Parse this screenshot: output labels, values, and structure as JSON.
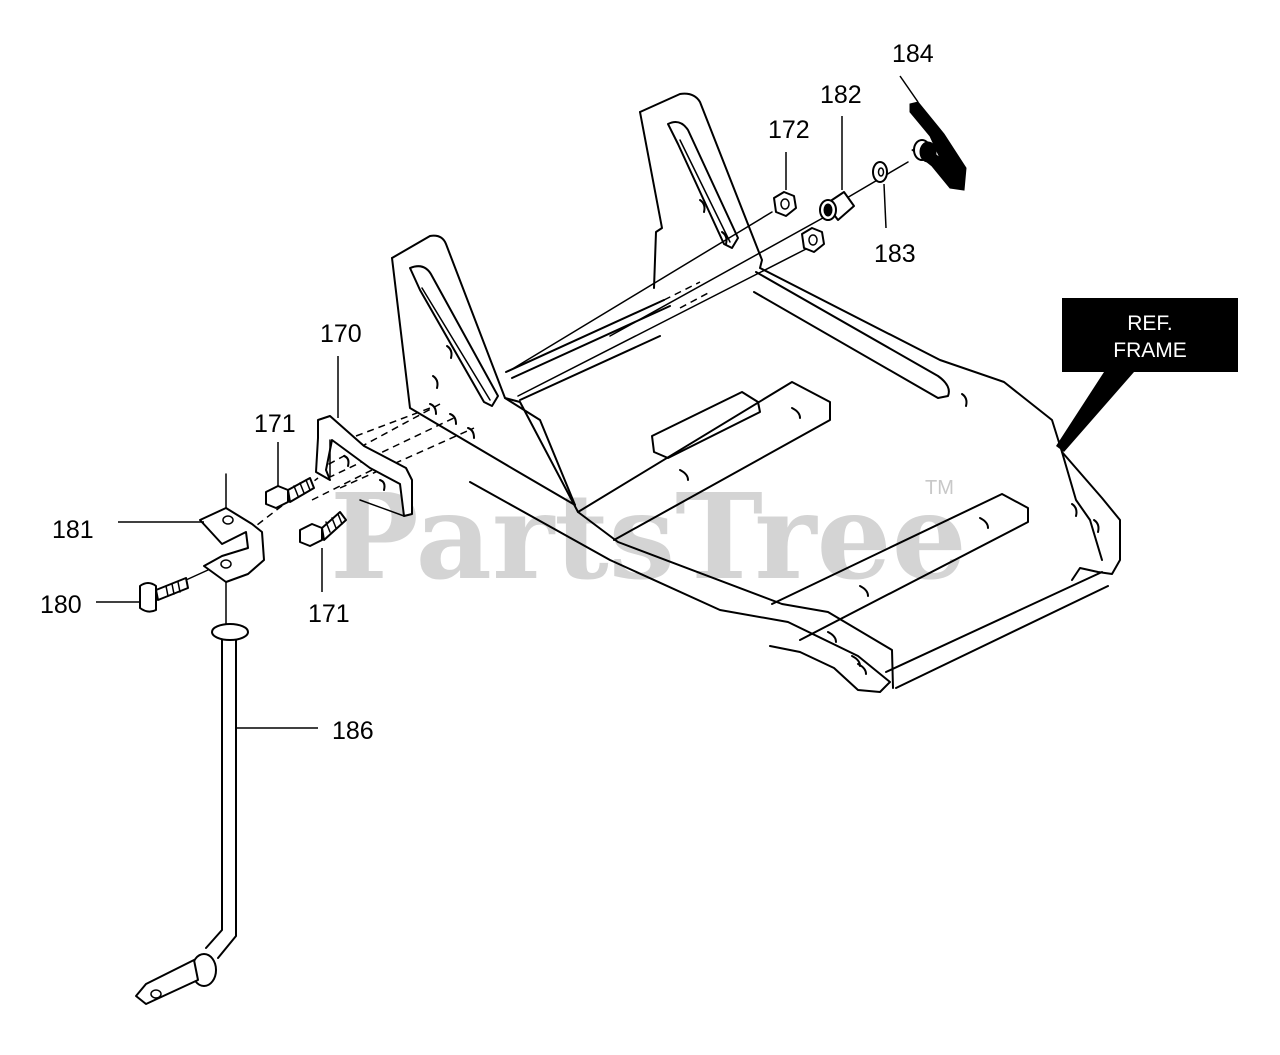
{
  "watermark": {
    "text": "PartsTree",
    "trademark": "TM"
  },
  "ref_box": {
    "line1": "REF.",
    "line2": "FRAME",
    "background": "#000000",
    "text_color": "#ffffff"
  },
  "labels": {
    "p184": "184",
    "p182": "182",
    "p172": "172",
    "p183": "183",
    "p170": "170",
    "p171a": "171",
    "p171b": "171",
    "p181": "181",
    "p180": "180",
    "p186": "186"
  },
  "colors": {
    "line": "#000000",
    "background": "#ffffff",
    "watermark": "#d4d4d4"
  }
}
